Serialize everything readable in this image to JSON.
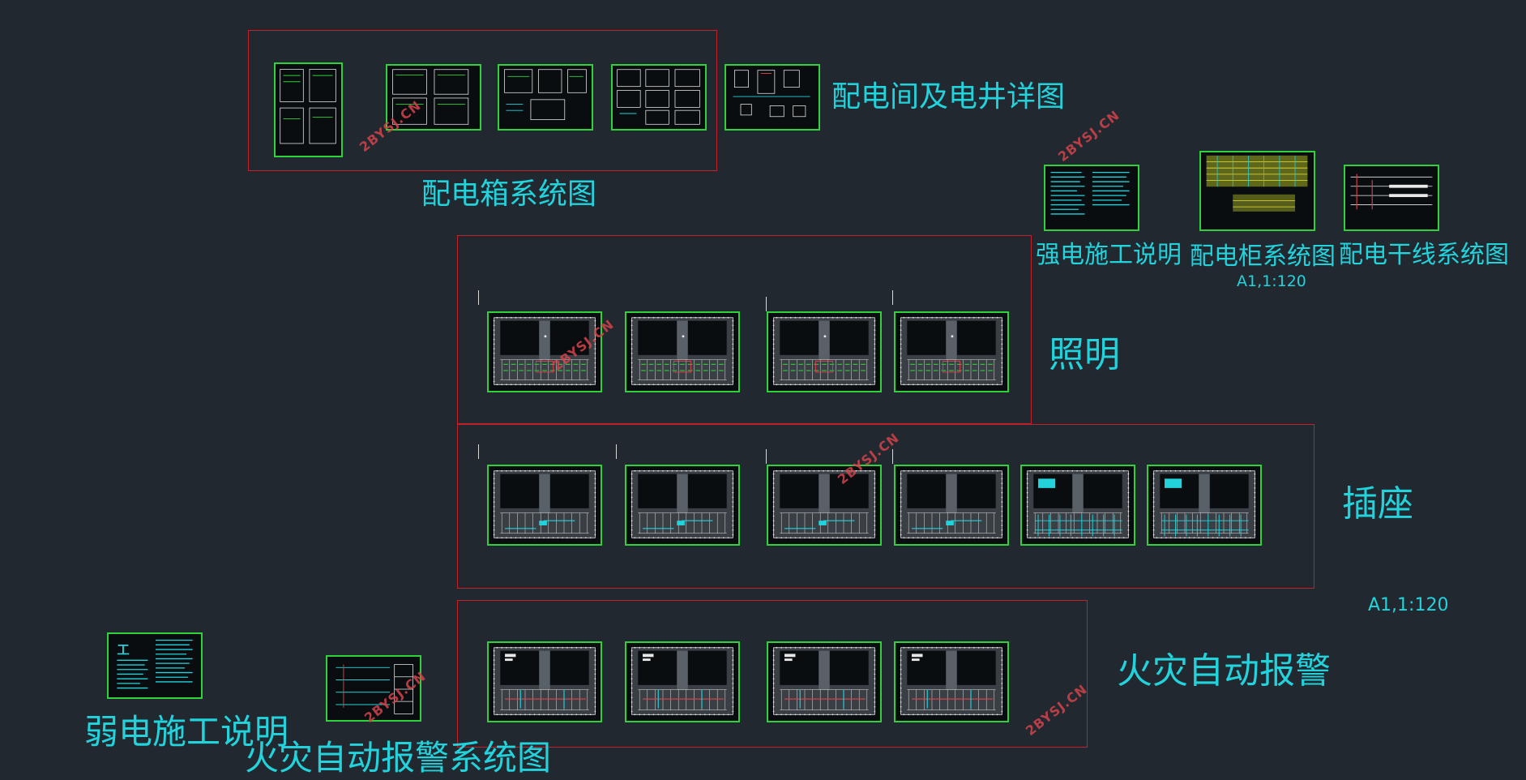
{
  "groups": {
    "distribution_box": "配电箱系统图",
    "room_shaft": "配电间及电井详图",
    "strong_notes": "强电施工说明",
    "cabinet_system": "配电柜系统图",
    "trunk_system": "配电干线系统图",
    "cabinet_scale": "A1,1:120",
    "lighting": "照明",
    "socket": "插座",
    "scale_note": "A1,1:120",
    "fire_alarm": "火灾自动报警",
    "weak_notes": "弱电施工说明",
    "fire_alarm_system": "火灾自动报警系统图"
  },
  "watermark": "2BYSJ.CN",
  "colors": {
    "background": "#212830",
    "frame_red": "#c4202a",
    "sheet_green": "#2fd23a",
    "label_cyan": "#22d3dc"
  }
}
